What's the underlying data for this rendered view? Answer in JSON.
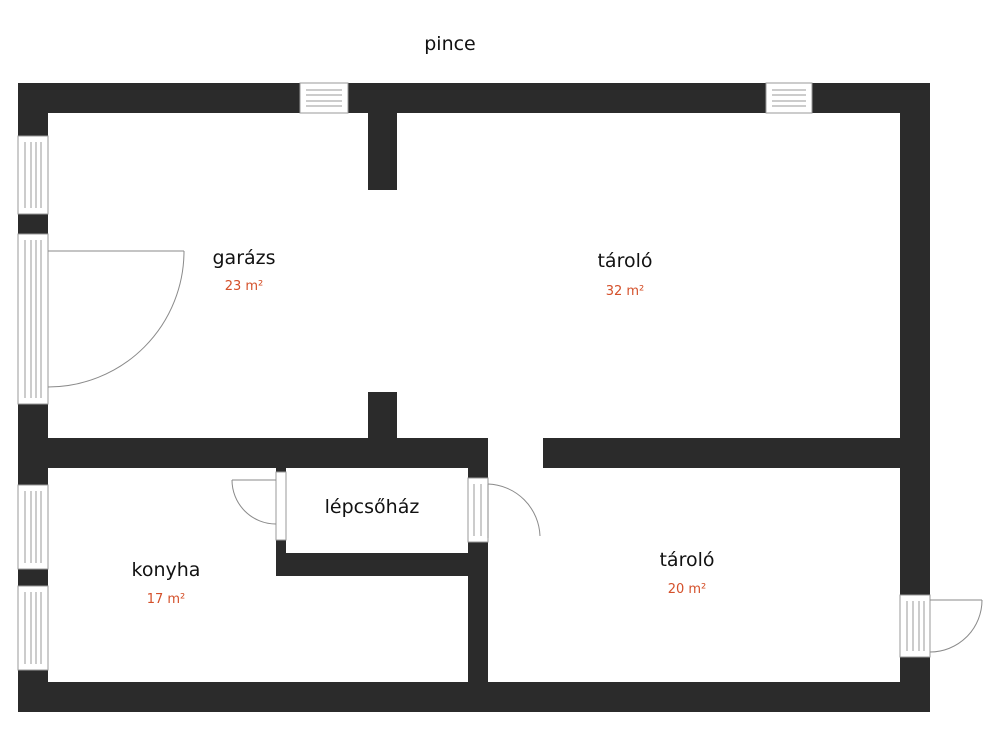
{
  "floor": {
    "title": "pince"
  },
  "rooms": [
    {
      "name": "garázs",
      "area": "23 m²"
    },
    {
      "name": "tároló",
      "area": "32 m²"
    },
    {
      "name": "lépcsőház",
      "area": ""
    },
    {
      "name": "konyha",
      "area": "17 m²"
    },
    {
      "name": "tároló",
      "area": "20 m²"
    }
  ],
  "colors": {
    "wall": "#2b2b2b",
    "area_text": "#d4502a",
    "background": "#ffffff"
  }
}
